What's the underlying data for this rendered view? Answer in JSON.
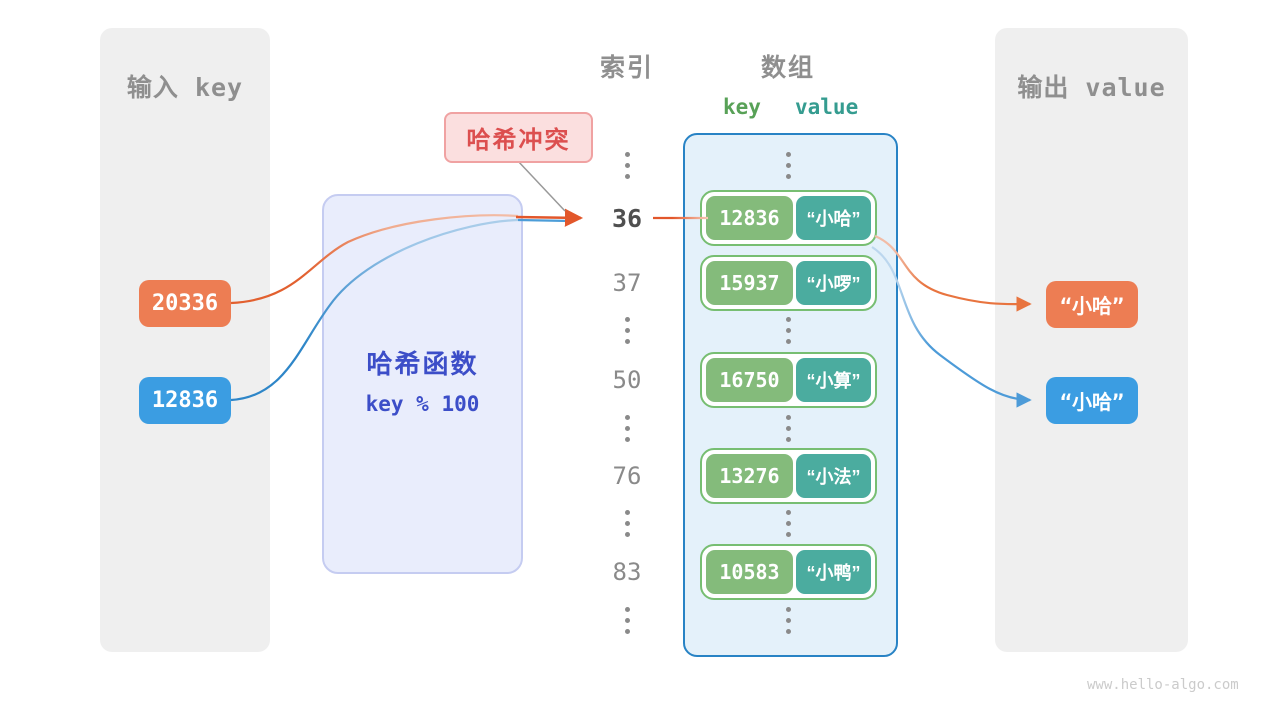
{
  "watermark": "www.hello-algo.com",
  "input_panel": {
    "title": "输入 key",
    "keys": [
      "20336",
      "12836"
    ]
  },
  "hash_function": {
    "title": "哈希函数",
    "formula": "key % 100"
  },
  "collision_badge": {
    "label": "哈希冲突"
  },
  "index_column": {
    "title": "索引",
    "values": [
      "36",
      "37",
      "50",
      "76",
      "83"
    ]
  },
  "array_panel": {
    "title": "数组",
    "key_header": "key",
    "value_header": "value",
    "rows": [
      {
        "key": "12836",
        "value": "“小哈”"
      },
      {
        "key": "15937",
        "value": "“小啰”"
      },
      {
        "key": "16750",
        "value": "“小算”"
      },
      {
        "key": "13276",
        "value": "“小法”"
      },
      {
        "key": "10583",
        "value": "“小鸭”"
      }
    ]
  },
  "output_panel": {
    "title": "输出 value",
    "outputs": [
      "“小哈”",
      "“小哈”"
    ]
  },
  "colors": {
    "orange": "#ed7d53",
    "blue": "#3b9de2",
    "key_green": "#84bb7b",
    "value_teal": "#4bac9f",
    "row_border": "#77be72",
    "container_border": "#2883c5",
    "hash_text": "#3c4ec8",
    "badge_text": "#dc4f4f",
    "gray_title": "#8f8f8f"
  }
}
